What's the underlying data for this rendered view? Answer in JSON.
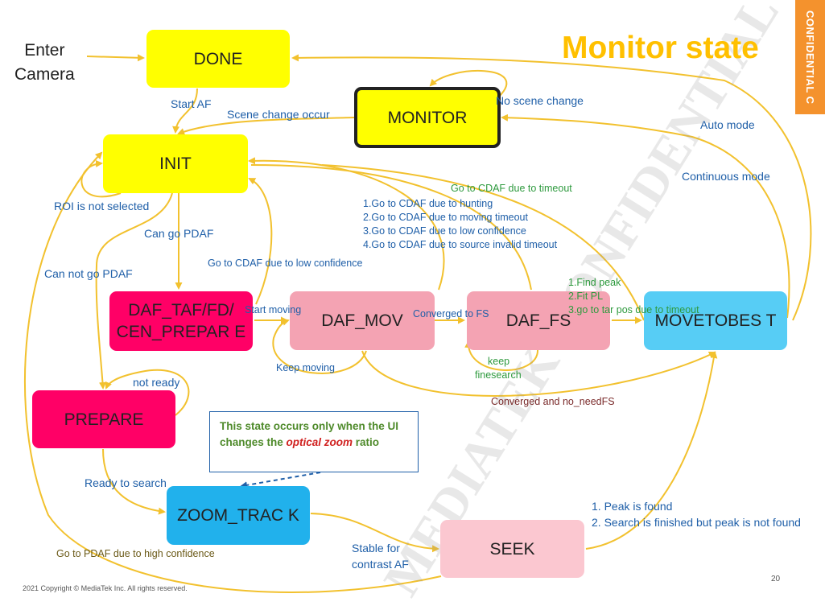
{
  "title": "Monitor state",
  "confidential_tab": "CONFIDENTIAL C",
  "entry": {
    "line1": "Enter",
    "line2": "Camera"
  },
  "nodes": {
    "done": "DONE",
    "monitor": "MONITOR",
    "init": "INIT",
    "prepare_daf": "DAF_TAF/FD/ CEN_PREPAR E",
    "daf_mov": "DAF_MOV",
    "daf_fs": "DAF_FS",
    "movetobest": "MOVETOBES T",
    "prepare": "PREPARE",
    "zoom_track": "ZOOM_TRAC K",
    "seek": "SEEK"
  },
  "labels": {
    "start_af": "Start AF",
    "scene_change": "Scene change occur",
    "no_scene_change": "No scene change",
    "auto_mode": "Auto mode",
    "continuous_mode": "Continuous mode",
    "roi_not_selected": "ROI is not selected",
    "can_go_pdaf": "Can go PDAF",
    "can_not_go_pdaf": "Can not go PDAF",
    "go_cdaf_low_conf": "Go to CDAF due to low confidence",
    "go_cdaf_timeout": "Go to CDAF due to timeout",
    "cdaf_list_1": "1.Go to CDAF due to hunting",
    "cdaf_list_2": "2.Go to CDAF due to moving timeout",
    "cdaf_list_3": "3.Go to CDAF due to low confidence",
    "cdaf_list_4": "4.Go to CDAF due to source invalid timeout",
    "start_moving": "Start moving",
    "converged_to_fs": "Converged to FS",
    "find_peak_1": "1.Find peak",
    "find_peak_2": "2.Fit PL",
    "find_peak_3": "3.go to tar pos due to timeout",
    "keep_moving": "Keep moving",
    "keep_finesearch_1": "keep",
    "keep_finesearch_2": "finesearch",
    "converged_no_needfs": "Converged and no_needFS",
    "not_ready": "not ready",
    "ready_to_search": "Ready to search",
    "stable_1": "Stable for",
    "stable_2": "contrast AF",
    "peak_found": "1. Peak is found",
    "search_finished": "2. Search is finished but peak is not found",
    "go_pdaf_high_conf": "Go to PDAF due to high confidence"
  },
  "note": {
    "text_before": "This state occurs only when the UI changes the ",
    "highlight": "optical zoom",
    "text_after": " ratio"
  },
  "footer": "2021 Copyright © MediaTek Inc. All rights reserved.",
  "page_number": "20",
  "watermark": "MEDIATEK CONFIDENTIAL",
  "colors": {
    "yellow": "#ffff00",
    "magenta": "#ff0066",
    "pink": "#f4a3b3",
    "light_pink": "#fbc7d0",
    "cyan": "#57cdf5",
    "sky": "#21b1ec",
    "arrow": "#f2c12e",
    "accent": "#ffc000",
    "tab": "#f4922d"
  }
}
